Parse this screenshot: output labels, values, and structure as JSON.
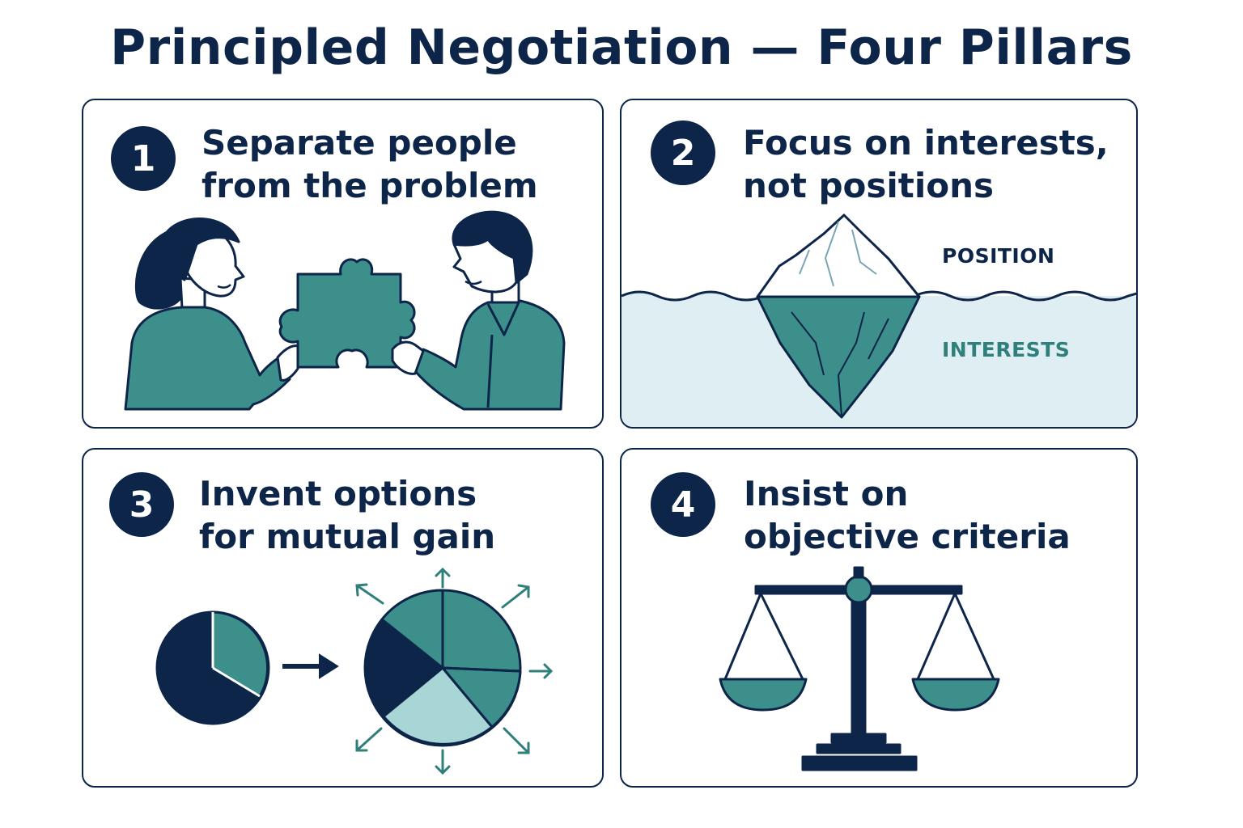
{
  "title": "Principled Negotiation — Four Pillars",
  "colors": {
    "navy": "#0d2548",
    "teal": "#3d8f8c",
    "light_teal": "#a8d5d6",
    "water": "#deeef3"
  },
  "pillars": [
    {
      "number": "1",
      "lines": [
        "Separate people",
        "from the problem"
      ],
      "illustration": "two-people-holding-puzzle-piece"
    },
    {
      "number": "2",
      "lines": [
        "Focus on interests,",
        "not positions"
      ],
      "illustration": "iceberg",
      "labels": {
        "above": "POSITION",
        "below": "INTERESTS"
      }
    },
    {
      "number": "3",
      "lines": [
        "Invent options",
        "for mutual gain"
      ],
      "illustration": "small-pie-to-expanded-pie"
    },
    {
      "number": "4",
      "lines": [
        "Insist on",
        "objective criteria"
      ],
      "illustration": "balance-scale"
    }
  ]
}
